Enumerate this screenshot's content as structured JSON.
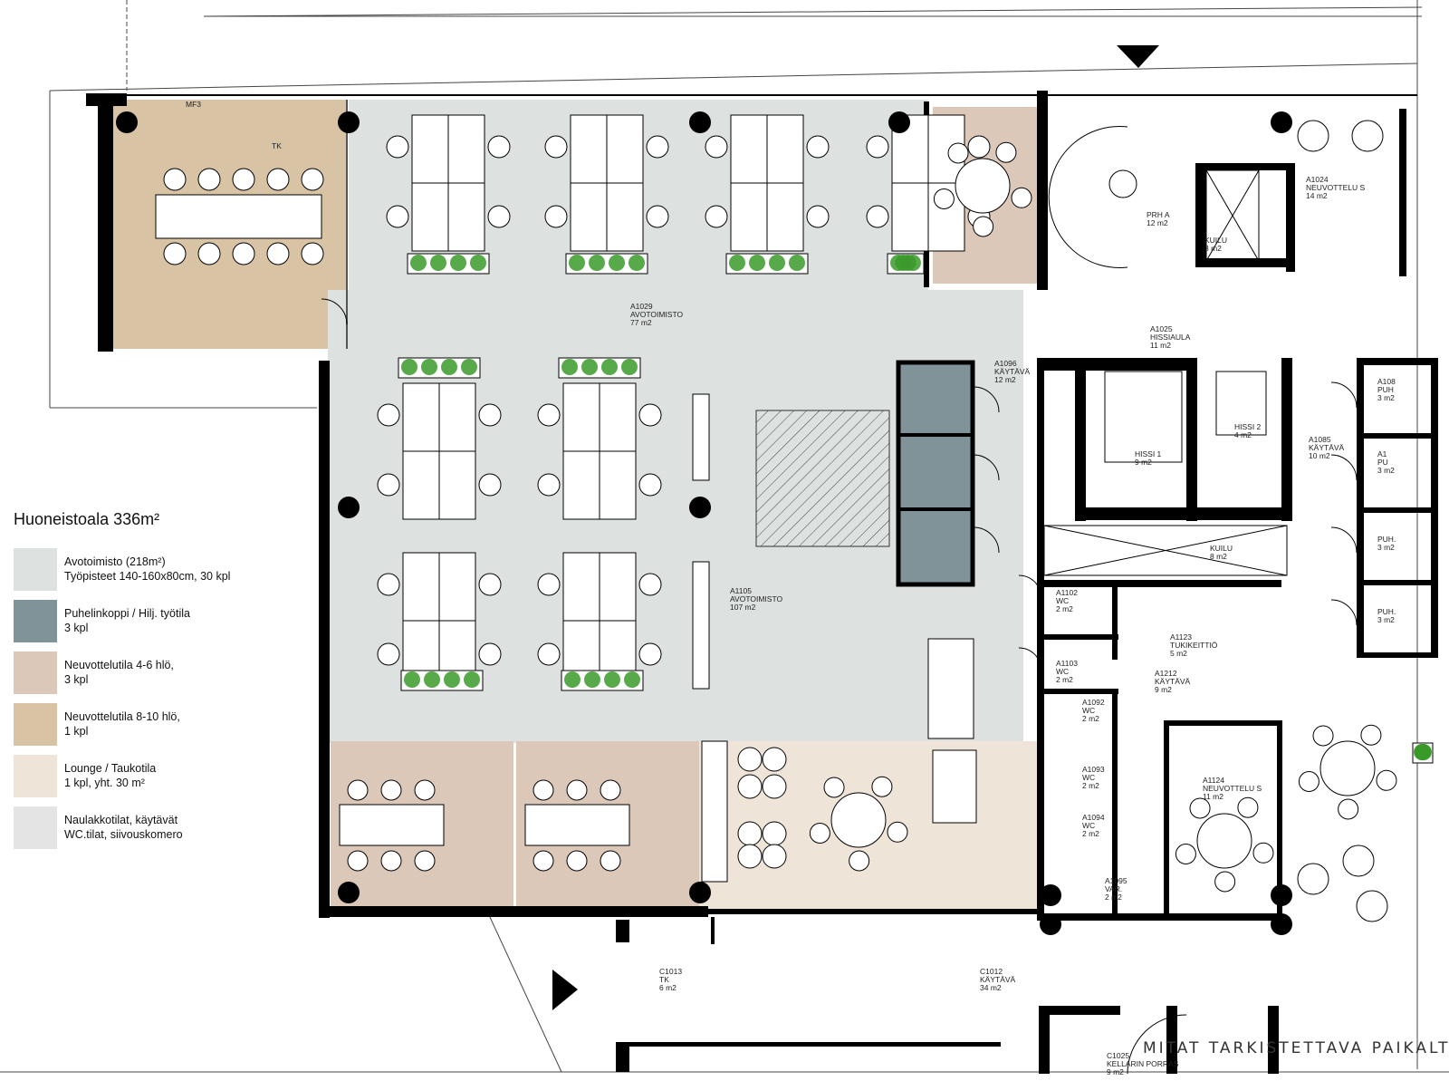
{
  "legend": {
    "title": "Huoneistoala 336m²",
    "items": [
      {
        "line1": "Avotoimisto (218m²)",
        "line2": "Työpisteet 140-160x80cm, 30 kpl",
        "color": "#dde2e0"
      },
      {
        "line1": "Puhelinkoppi / Hilj. työtila",
        "line2": "3 kpl",
        "color": "#7f9399"
      },
      {
        "line1": "Neuvottelutila 4-6 hlö,",
        "line2": "3 kpl",
        "color": "#dcc8b8"
      },
      {
        "line1": "Neuvottelutila 8-10 hlö,",
        "line2": "1 kpl",
        "color": "#d8c3a5"
      },
      {
        "line1": "Lounge / Taukotila",
        "line2": "1 kpl, yht. 30 m²",
        "color": "#efe4d8"
      },
      {
        "line1": "Naulakkotilat, käytävät",
        "line2": "WC.tilat, siivouskomero",
        "color": "#e4e4e4"
      }
    ]
  },
  "rooms": {
    "mf3": {
      "l1": "MF3"
    },
    "tk_top": {
      "l1": "TK"
    },
    "a1029": {
      "l1": "A1029",
      "l2": "AVOTOIMISTO",
      "l3": "77 m2"
    },
    "a1096": {
      "l1": "A1096",
      "l2": "KÄYTÄVÄ",
      "l3": "12 m2"
    },
    "a1105": {
      "l1": "A1105",
      "l2": "AVOTOIMISTO",
      "l3": "107 m2"
    },
    "prha": {
      "l1": "PRH A",
      "l2": "12 m2"
    },
    "kuilu3": {
      "l1": "KUILU",
      "l2": "3 m2"
    },
    "a1024": {
      "l1": "A1024",
      "l2": "NEUVOTTELU S",
      "l3": "14 m2"
    },
    "a1025": {
      "l1": "A1025",
      "l2": "HISSIAULA",
      "l3": "11 m2"
    },
    "hissi1": {
      "l1": "HISSI 1",
      "l2": "9 m2"
    },
    "hissi2": {
      "l1": "HISSI 2",
      "l2": "4 m2"
    },
    "a1085": {
      "l1": "A1085",
      "l2": "KÄYTÄVÄ",
      "l3": "10 m2"
    },
    "puh1": {
      "l1": "A108",
      "l2": "PUH",
      "l3": "3 m2"
    },
    "puh2": {
      "l1": "A1",
      "l2": "PU",
      "l3": "3 m2"
    },
    "puh3": {
      "l1": "PUH.",
      "l2": "3 m2"
    },
    "puh4": {
      "l1": "PUH.",
      "l2": "3 m2"
    },
    "kuilu8": {
      "l1": "KUILU",
      "l2": "8 m2"
    },
    "a1102": {
      "l1": "A1102",
      "l2": "WC",
      "l3": "2 m2"
    },
    "a1123": {
      "l1": "A1123",
      "l2": "TUKIKEITTIÖ",
      "l3": "5 m2"
    },
    "a1103": {
      "l1": "A1103",
      "l2": "WC",
      "l3": "2 m2"
    },
    "a1212": {
      "l1": "A1212",
      "l2": "KÄYTÄVÄ",
      "l3": "9 m2"
    },
    "a1092": {
      "l1": "A1092",
      "l2": "WC",
      "l3": "2 m2"
    },
    "a1093": {
      "l1": "A1093",
      "l2": "WC",
      "l3": "2 m2"
    },
    "a1094": {
      "l1": "A1094",
      "l2": "WC",
      "l3": "2 m2"
    },
    "a1095": {
      "l1": "A1095",
      "l2": "VAR.",
      "l3": "2 m2"
    },
    "a1124": {
      "l1": "A1124",
      "l2": "NEUVOTTELU S",
      "l3": "11 m2"
    },
    "c1013": {
      "l1": "C1013",
      "l2": "TK",
      "l3": "6 m2"
    },
    "c1012": {
      "l1": "C1012",
      "l2": "KÄYTÄVÄ",
      "l3": "34 m2"
    },
    "c1025": {
      "l1": "C1025",
      "l2": "KELLARIN PORRAS",
      "l3": "9 m2"
    }
  },
  "note": "MITAT TARKISTETTAVA PAIKALTA!",
  "colors": {
    "wall": "#000000",
    "plant": "#3a9a2a",
    "open_office": "#dde2e0",
    "phone": "#7f9399",
    "meet_small": "#dcc8b8",
    "meet_large": "#d8c3a5",
    "lounge": "#efe4d8"
  }
}
